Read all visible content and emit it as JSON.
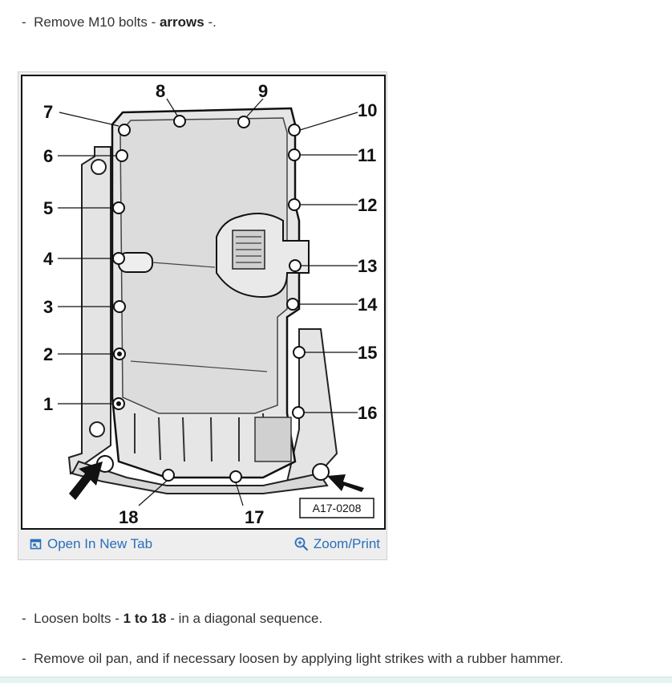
{
  "steps": [
    {
      "dash": "-",
      "pre": "Remove M10 bolts - ",
      "bold": "arrows",
      "post": " -."
    },
    {
      "dash": "-",
      "pre": "Loosen bolts - ",
      "bold": "1 to 18",
      "post": " - in a diagonal sequence."
    },
    {
      "dash": "-",
      "text": "Remove oil pan, and if necessary loosen by applying light strikes with a rubber hammer."
    }
  ],
  "figure": {
    "bolt_numbers": [
      "1",
      "2",
      "3",
      "4",
      "5",
      "6",
      "7",
      "8",
      "9",
      "10",
      "11",
      "12",
      "13",
      "14",
      "15",
      "16",
      "17",
      "18"
    ],
    "code": "A17-0208",
    "open_label": "Open In New Tab",
    "zoom_label": "Zoom/Print"
  },
  "colors": {
    "link": "#2a6ebb",
    "text": "#333333"
  },
  "icons": [
    "open-new-tab-icon",
    "zoom-icon"
  ]
}
